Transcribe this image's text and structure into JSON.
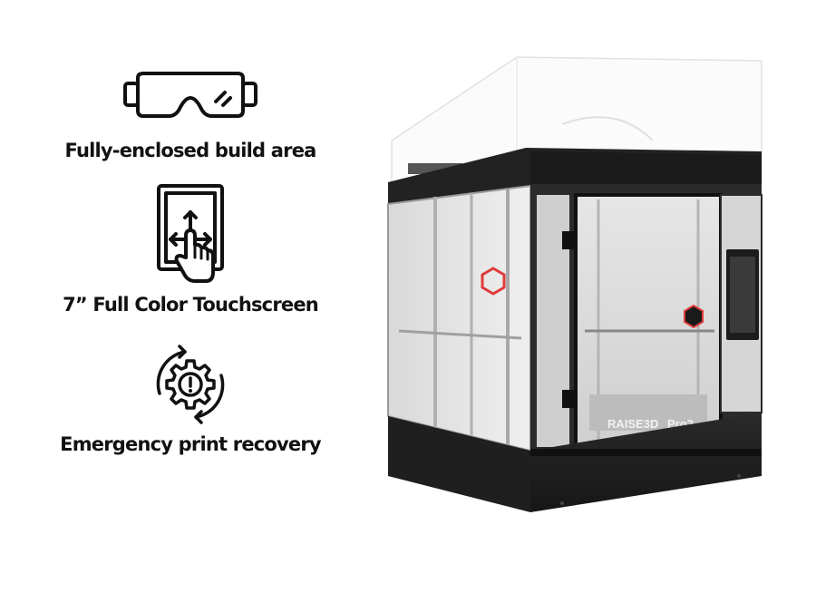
{
  "features": [
    {
      "label": "Fully-enclosed build area",
      "icon": "safety-goggles-icon"
    },
    {
      "label": "7” Full Color Touchscreen",
      "icon": "touchscreen-icon"
    },
    {
      "label": "Emergency print recovery",
      "icon": "gear-recovery-icon"
    }
  ],
  "printer": {
    "brand": "RAISE3D",
    "model": "Pro2"
  },
  "colors": {
    "text": "#111111",
    "frame": "#1e1e1e",
    "logo_accent": "#e03b3b"
  }
}
